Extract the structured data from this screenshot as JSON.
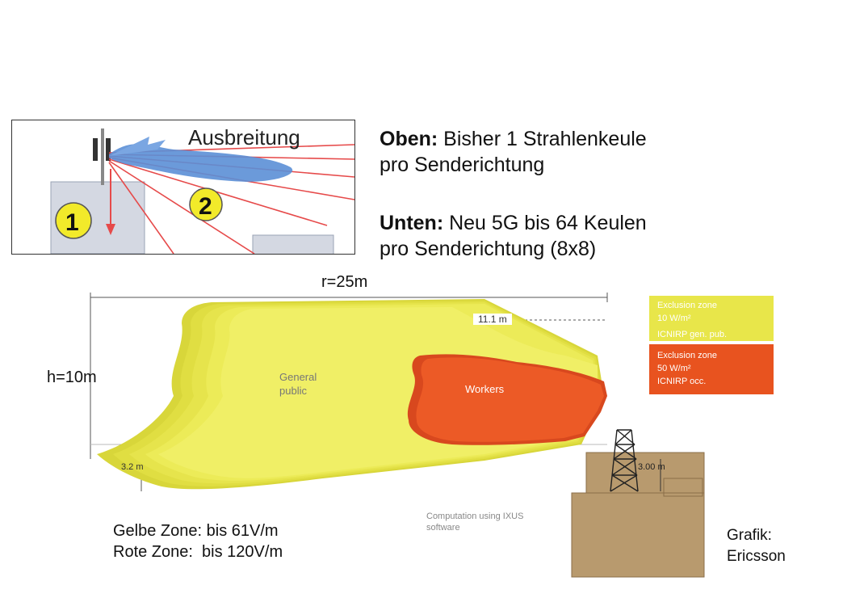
{
  "inset": {
    "title": "Ausbreitung",
    "badge_1": "1",
    "badge_2": "2"
  },
  "description": {
    "top_bold": "Oben:",
    "top_rest": " Bisher 1 Strahlenkeule",
    "top_line2": "pro Senderichtung",
    "bottom_bold": "Unten:",
    "bottom_rest": " Neu 5G bis 64 Keulen",
    "bottom_line2": "pro Senderichtung (8x8)"
  },
  "diagram": {
    "radius_label": "r=25m",
    "height_label": "h=10m",
    "dist_label": "11.1 m",
    "general_public_label": "General\npublic",
    "workers_label": "Workers",
    "depth_label": "3.2 m",
    "mast_height_label": "3.00 m",
    "computation_note": "Computation using IXUS\nsoftware"
  },
  "legend": {
    "yellow_lines": [
      "Exclusion zone",
      "10 W/m²",
      "",
      "ICNIRP gen. pub."
    ],
    "red_lines": [
      "Exclusion zone",
      "50 W/m²",
      "ICNIRP occ."
    ]
  },
  "notes": {
    "yellow_zone": "Gelbe Zone: bis 61V/m",
    "red_zone": "Rote Zone:  bis 120V/m",
    "credit_line1": "Grafik:",
    "credit_line2": "Ericsson"
  },
  "colors": {
    "yellow_zone": "#e8e64a",
    "red_zone": "#e8531f",
    "building": "#b89a6e"
  }
}
